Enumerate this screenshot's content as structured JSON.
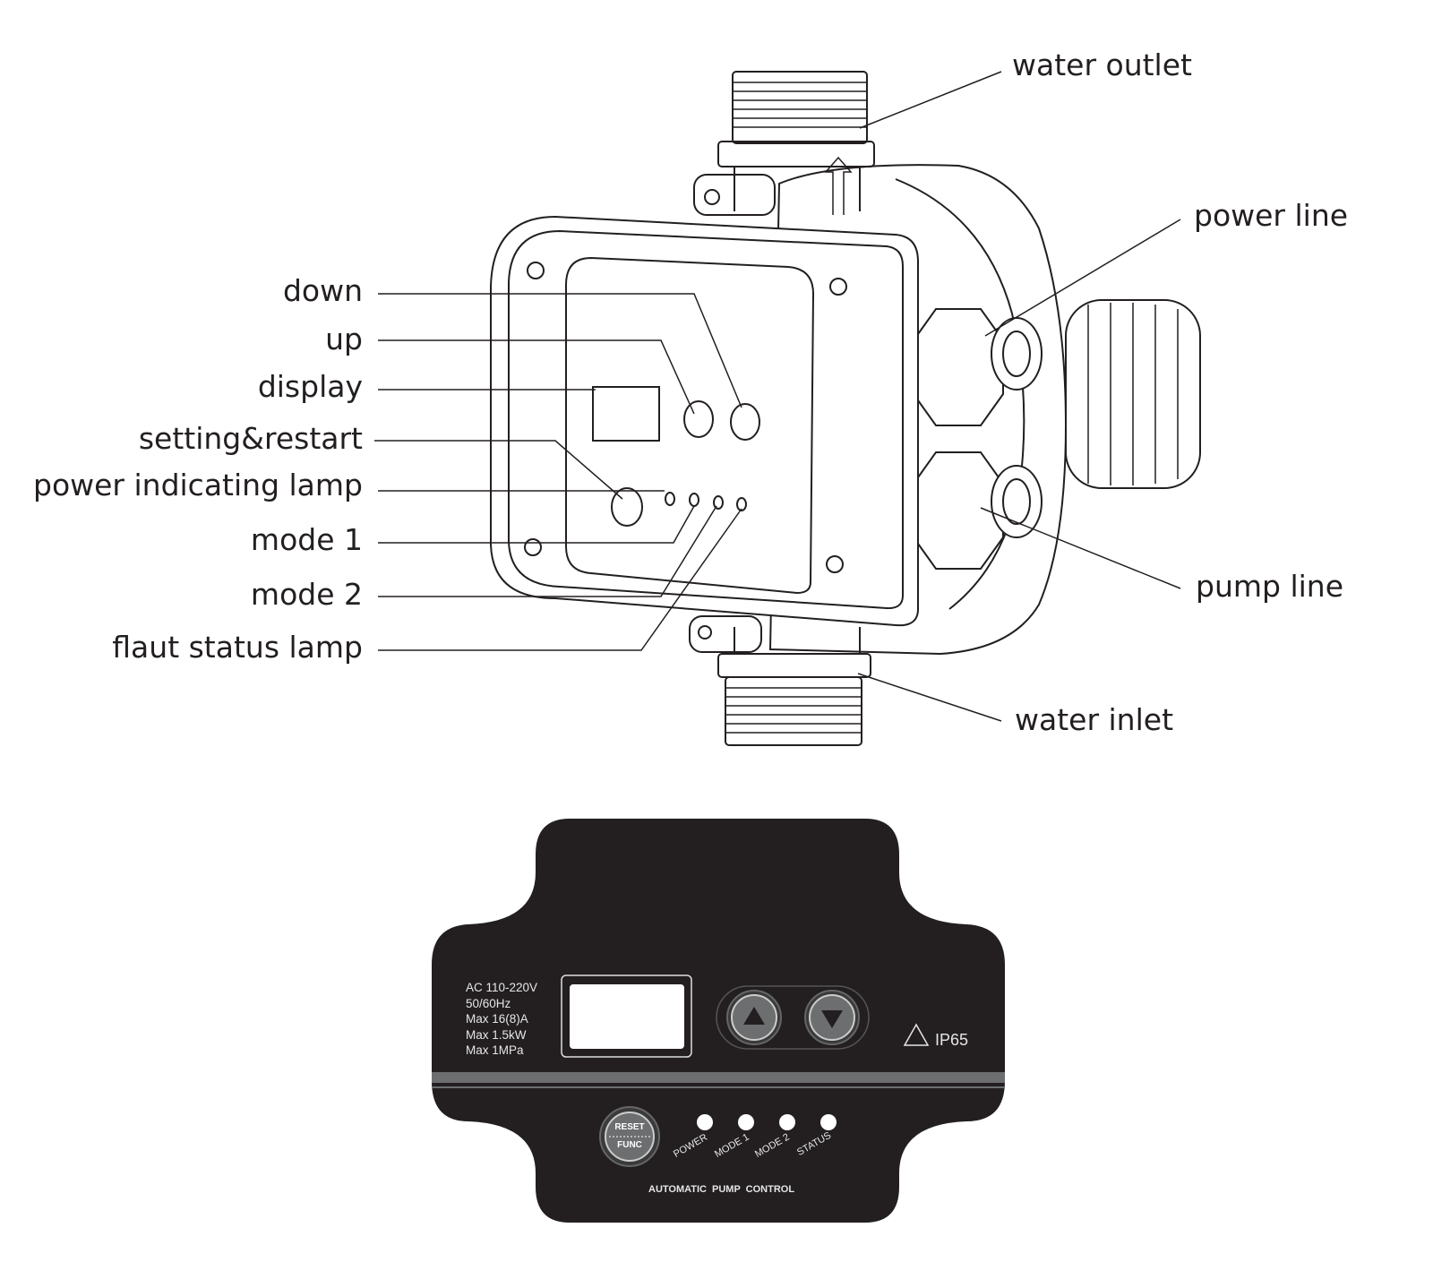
{
  "callouts": {
    "water_outlet": "water outlet",
    "power_line": "power line",
    "pump_line": "pump line",
    "water_inlet": "water inlet",
    "down": "down",
    "up": "up",
    "display": "display",
    "setting_restart": "setting&restart",
    "power_lamp": "power indicating lamp",
    "mode1": "mode 1",
    "mode2": "mode 2",
    "fault_lamp": "flaut status lamp"
  },
  "panel": {
    "specs": [
      "AC 110-220V",
      "50/60Hz",
      "Max 16(8)A",
      "Max 1.5kW",
      "Max 1MPa"
    ],
    "rating": "IP65",
    "reset_label": "RESET",
    "func_label": "FUNC",
    "indicators": [
      "POWER",
      "MODE 1",
      "MODE 2",
      "STATUS"
    ],
    "title": "AUTOMATIC  PUMP  CONTROL",
    "colors": {
      "panel": "#231f20",
      "stripe": "#6d6e70"
    }
  }
}
